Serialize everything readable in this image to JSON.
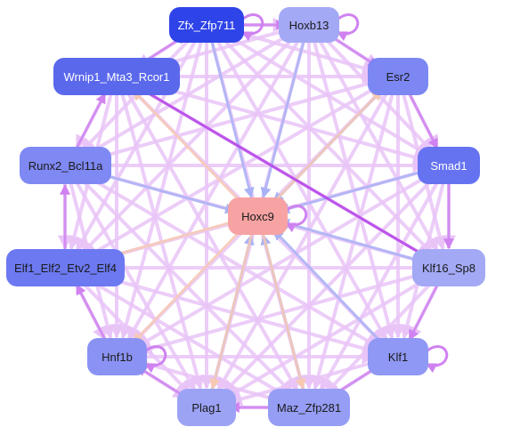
{
  "nodes": [
    {
      "id": "zfx",
      "label": "Zfx_Zfp711",
      "fill": "#2f44e8",
      "text": "#ffffff"
    },
    {
      "id": "hoxb13",
      "label": "Hoxb13",
      "fill": "#a3a9f5",
      "text": "#1a1a1a"
    },
    {
      "id": "wrnip1",
      "label": "Wrnip1_Mta3_Rcor1",
      "fill": "#5a68ec",
      "text": "#ffffff"
    },
    {
      "id": "esr2",
      "label": "Esr2",
      "fill": "#7c87f3",
      "text": "#1a1a1a"
    },
    {
      "id": "runx2",
      "label": "Runx2_Bcl11a",
      "fill": "#7f89f3",
      "text": "#1a1a1a"
    },
    {
      "id": "smad1",
      "label": "Smad1",
      "fill": "#6673f0",
      "text": "#ffffff"
    },
    {
      "id": "hoxc9",
      "label": "Hoxc9",
      "fill": "#f7a3a3",
      "text": "#1a1a1a"
    },
    {
      "id": "elf1",
      "label": "Elf1_Elf2_Etv2_Elf4",
      "fill": "#6c79f1",
      "text": "#1a1a1a"
    },
    {
      "id": "klf16",
      "label": "Klf16_Sp8",
      "fill": "#a3a9f5",
      "text": "#1a1a1a"
    },
    {
      "id": "hnf1b",
      "label": "Hnf1b",
      "fill": "#8a93f3",
      "text": "#1a1a1a"
    },
    {
      "id": "klf1",
      "label": "Klf1",
      "fill": "#8f98f4",
      "text": "#1a1a1a"
    },
    {
      "id": "plag1",
      "label": "Plag1",
      "fill": "#9ca3f5",
      "text": "#1a1a1a"
    },
    {
      "id": "maz",
      "label": "Maz_Zfp281",
      "fill": "#959df4",
      "text": "#1a1a1a"
    }
  ],
  "edge_colors": {
    "default": "#e9c4f7",
    "strong": "#cf82f0",
    "highlight": "#b43ee8",
    "blue": "#a9b2f4",
    "peach": "#f7c9b3"
  }
}
